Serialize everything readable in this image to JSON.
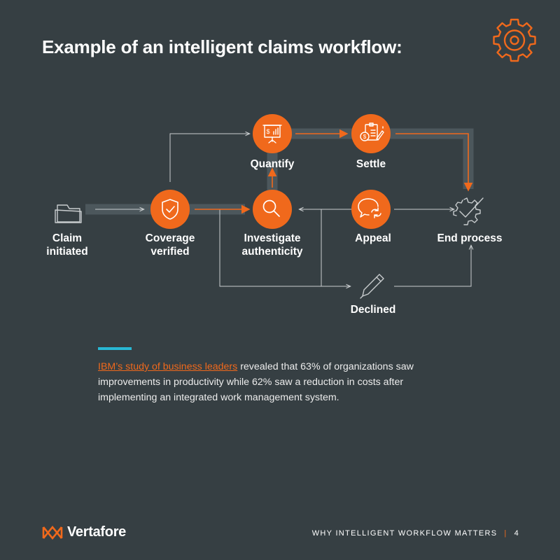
{
  "title": "Example of an intelligent claims workflow:",
  "colors": {
    "background": "#363f43",
    "accent": "#f0691c",
    "connector": "#4c575c",
    "line": "#c9cdcf",
    "highlight": "#28b8d4"
  },
  "diagram": {
    "nodes": {
      "claim_initiated": {
        "label": "Claim\ninitiated",
        "icon": "folder-icon"
      },
      "coverage_verified": {
        "label": "Coverage\nverified",
        "icon": "shield-check-icon"
      },
      "investigate": {
        "label": "Investigate\nauthenticity",
        "icon": "magnifier-icon"
      },
      "quantify": {
        "label": "Quantify",
        "icon": "presentation-chart-icon"
      },
      "settle": {
        "label": "Settle",
        "icon": "money-document-icon"
      },
      "appeal": {
        "label": "Appeal",
        "icon": "chat-refresh-icon"
      },
      "end_process": {
        "label": "End process",
        "icon": "gear-check-icon"
      },
      "declined": {
        "label": "Declined",
        "icon": "pencil-icon"
      }
    }
  },
  "body": {
    "link_text": "IBM’s study of business leaders",
    "text": " revealed that 63% of organizations saw improvements in productivity while 62% saw a reduction in costs after implementing an integrated work management system."
  },
  "footer": {
    "brand": "Vertafore",
    "section": "WHY INTELLIGENT WORKFLOW MATTERS",
    "page_number": "4"
  }
}
